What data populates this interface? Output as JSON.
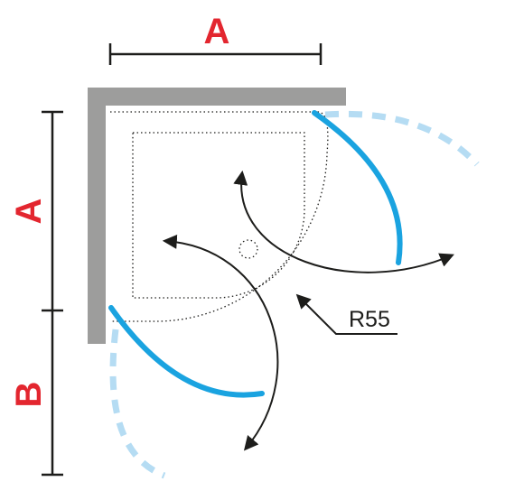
{
  "dimension_labels": {
    "top_width": "A",
    "left_height_upper": "A",
    "left_height_lower": "B"
  },
  "radius_label": "R55",
  "colors": {
    "dimension_text": "#e3262f",
    "wall": "#9d9d9c",
    "door_glass": "#1aa3e0",
    "door_open_path": "#b5dcf3",
    "line": "#1d1d1b"
  }
}
